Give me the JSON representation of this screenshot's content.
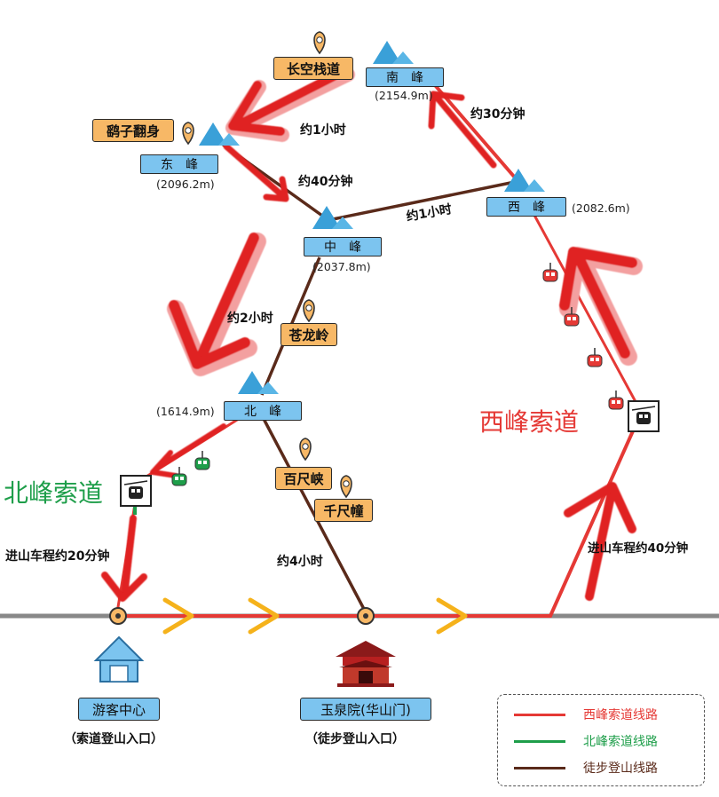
{
  "peaks": {
    "south": {
      "name": "南峰",
      "elevation": "(2154.9m)"
    },
    "east": {
      "name": "东峰",
      "elevation": "(2096.2m)"
    },
    "center": {
      "name": "中峰",
      "elevation": "(2037.8m)"
    },
    "west": {
      "name": "西峰",
      "elevation": "(2082.6m)"
    },
    "north": {
      "name": "北峰",
      "elevation": "(1614.9m)"
    }
  },
  "pois": {
    "changkong": "长空栈道",
    "yaozi": "鹞子翻身",
    "canglong": "苍龙岭",
    "baichi": "百尺峡",
    "qianchi": "千尺幢"
  },
  "durations": {
    "south_east": "约1小时",
    "east_center": "约40分钟",
    "center_west": "约1小时",
    "west_south": "约30分钟",
    "center_north": "约2小时",
    "north_yuquan": "约4小时",
    "visitor_bus": "进山车程约20分钟",
    "west_bus": "进山车程约40分钟"
  },
  "cableways": {
    "west": "西峰索道",
    "north": "北峰索道"
  },
  "entrances": {
    "visitor_center": {
      "name": "游客中心",
      "sub": "（索道登山入口）"
    },
    "yuquan": {
      "name": "玉泉院(华山门)",
      "sub": "（徒步登山入口）"
    }
  },
  "legend": [
    {
      "label": "西峰索道线路",
      "color": "#e53935"
    },
    {
      "label": "北峰索道线路",
      "color": "#1e9e4a"
    },
    {
      "label": "徒步登山线路",
      "color": "#5a2a1a"
    }
  ],
  "colors": {
    "west_route": "#e53935",
    "north_route": "#1e9e4a",
    "hiking_route": "#5a2a1a",
    "peak_label": "#7cc4ef",
    "poi_label": "#f7b866",
    "road": "#888888",
    "direction_arrow": "#f5b21b"
  },
  "icons": [
    "cable-car-icon",
    "map-pin-icon",
    "mountain-icon",
    "house-icon",
    "temple-icon"
  ]
}
